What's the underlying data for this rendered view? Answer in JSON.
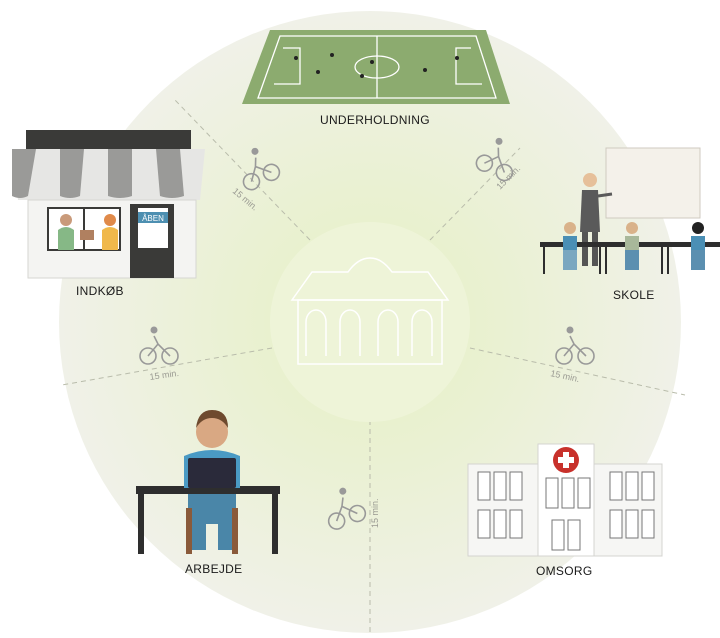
{
  "labels": {
    "entertainment": "UNDERHOLDNING",
    "shopping": "INDKØB",
    "school": "SKOLE",
    "work": "ARBEJDE",
    "care": "OMSORG"
  },
  "shop_sign": "ÅBEN",
  "travel_time": "15 min.",
  "colors": {
    "circle_outer": "#eef1e2",
    "circle_inner": "#e9f2cf",
    "center_glow": "#eef3d6",
    "field_green": "#8cab6f",
    "awning_grey": "#9a9a98",
    "cross_red": "#c8312b"
  }
}
